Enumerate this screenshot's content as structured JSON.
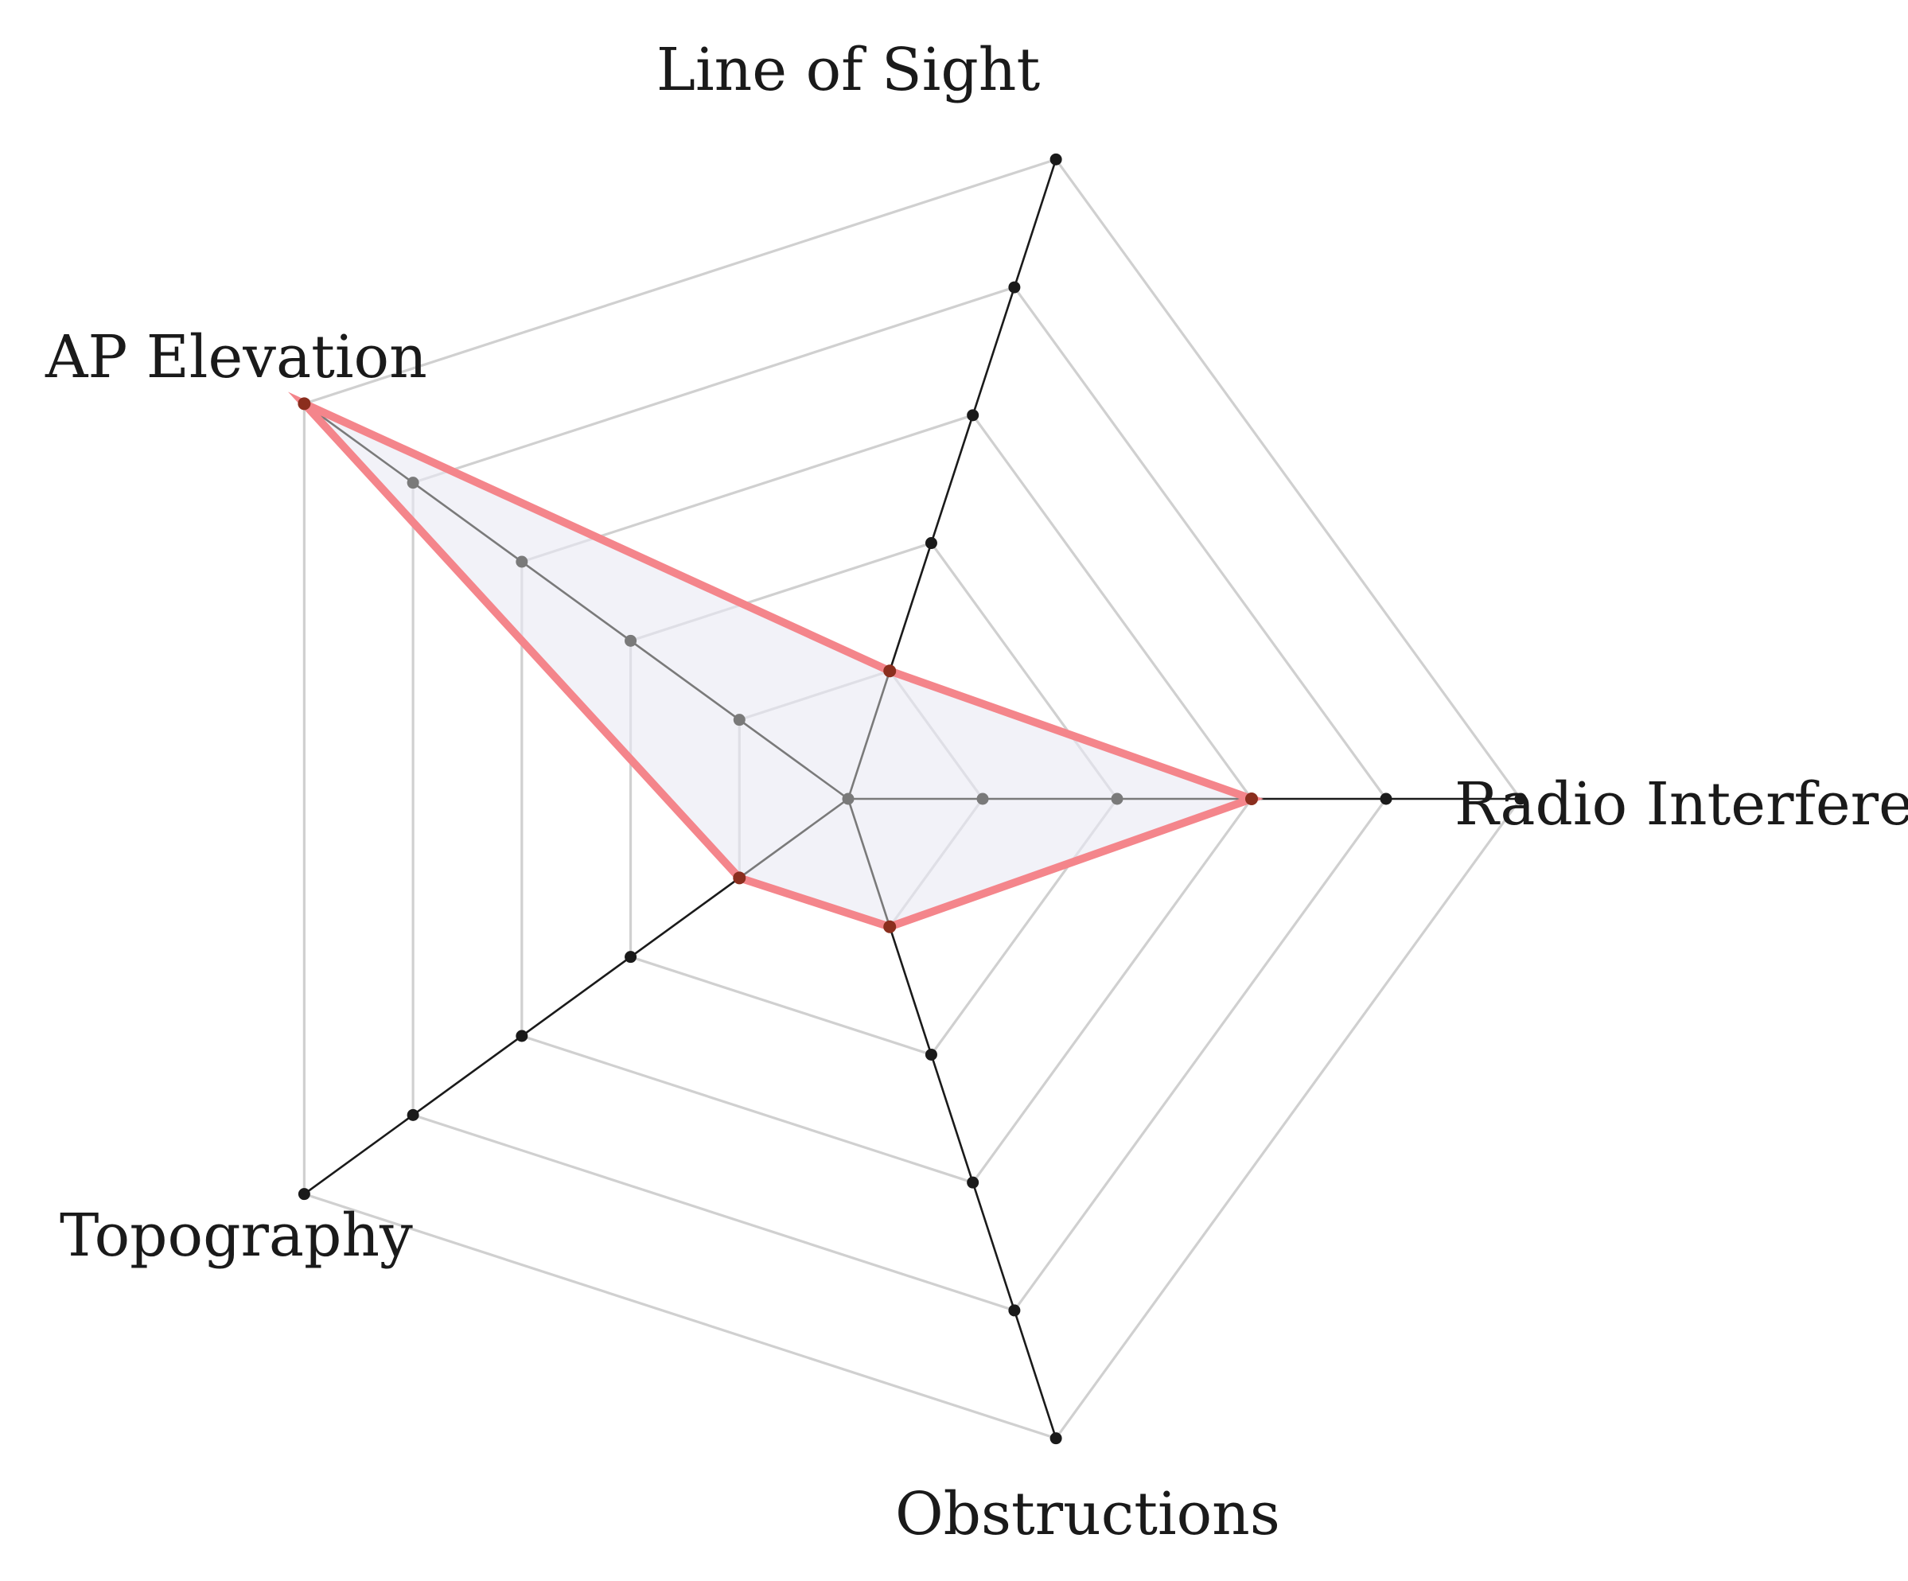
{
  "chart_data": {
    "type": "radar",
    "axes": [
      {
        "label": "Radio Interference",
        "angle_deg": 0
      },
      {
        "label": "Line of Sight",
        "angle_deg": 72
      },
      {
        "label": "AP Elevation",
        "angle_deg": 144
      },
      {
        "label": "Topography",
        "angle_deg": 216
      },
      {
        "label": "Obstructions",
        "angle_deg": 288
      }
    ],
    "rlim": [
      0,
      5
    ],
    "ticks": [
      1,
      2,
      3,
      4,
      5
    ],
    "tick_labels_shown": false,
    "grid": true,
    "series": [
      {
        "values": [
          3,
          1,
          5,
          1,
          1
        ],
        "line_color": "#f4858b",
        "fill_color": "#bcbcdc",
        "fill_opacity": 0.35,
        "marker_color": "#8b2e1e"
      }
    ],
    "colors": {
      "grid": "#d0d0d0",
      "axis": "#1a1a1a",
      "inner_axis": "#85869a"
    }
  }
}
